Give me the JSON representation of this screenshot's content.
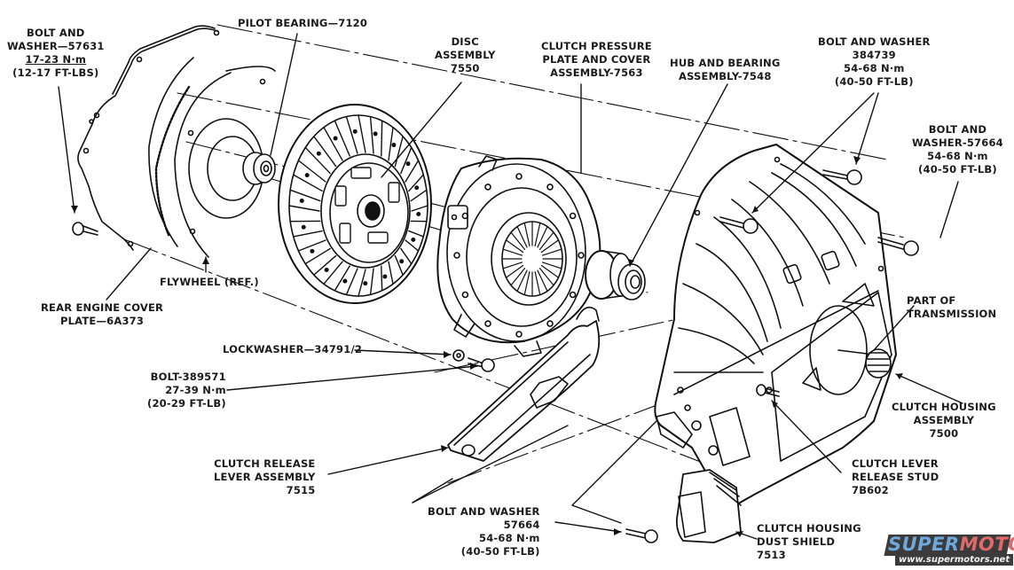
{
  "diagram": {
    "title": "Clutch assembly exploded view",
    "labels": {
      "bolt_washer_57631": {
        "lines": [
          "BOLT AND",
          "WASHER—57631",
          "17-23 N·m",
          "(12-17 FT-LBS)"
        ]
      },
      "pilot_bearing": {
        "lines": [
          "PILOT BEARING—7120"
        ]
      },
      "disc_assembly": {
        "lines": [
          "DISC",
          "ASSEMBLY",
          "7550"
        ]
      },
      "pressure_plate": {
        "lines": [
          "CLUTCH PRESSURE",
          "PLATE AND COVER",
          "ASSEMBLY-7563"
        ]
      },
      "hub_bearing": {
        "lines": [
          "HUB AND BEARING",
          "ASSEMBLY-7548"
        ]
      },
      "bolt_washer_384739": {
        "lines": [
          "BOLT AND WASHER",
          "384739",
          "54-68 N·m",
          "(40-50 FT-LB)"
        ]
      },
      "bolt_washer_57664_top": {
        "lines": [
          "BOLT AND",
          "WASHER-57664",
          "54-68 N·m",
          "(40-50 FT-LB)"
        ]
      },
      "flywheel": {
        "lines": [
          "FLYWHEEL (REF.)"
        ]
      },
      "rear_engine_cover": {
        "lines": [
          "REAR ENGINE COVER",
          "PLATE—6A373"
        ]
      },
      "part_of_transmission": {
        "lines": [
          "PART OF",
          "TRANSMISSION"
        ]
      },
      "lockwasher": {
        "lines": [
          "LOCKWASHER—34791/2"
        ]
      },
      "bolt_389571": {
        "lines": [
          "BOLT-389571",
          "27-39 N·m",
          "(20-29 FT-LB)"
        ]
      },
      "clutch_housing": {
        "lines": [
          "CLUTCH HOUSING",
          "ASSEMBLY",
          "7500"
        ]
      },
      "clutch_release_lever": {
        "lines": [
          "CLUTCH RELEASE",
          "LEVER ASSEMBLY",
          "7515"
        ]
      },
      "clutch_lever_stud": {
        "lines": [
          "CLUTCH LEVER",
          "RELEASE STUD",
          "7B602"
        ]
      },
      "bolt_washer_57664_bottom": {
        "lines": [
          "BOLT AND WASHER",
          "57664",
          "54-68 N·m",
          "(40-50 FT-LB)"
        ]
      },
      "dust_shield": {
        "lines": [
          "CLUTCH HOUSING",
          "DUST SHIELD",
          "7513"
        ]
      }
    },
    "watermark": {
      "word_part1": "SUPER",
      "word_part2": "MOTORS",
      "url": "www.supermotors.net",
      "color_part1": "#6fa8dc",
      "color_part2": "#e06a6a"
    }
  }
}
